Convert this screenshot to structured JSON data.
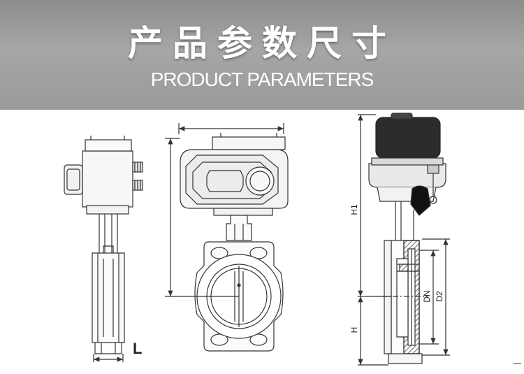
{
  "header": {
    "title_cn": "产品参数尺寸",
    "title_en": "PRODUCT PARAMETERS"
  },
  "labels": {
    "L": "L",
    "H1": "H1",
    "H": "H",
    "DN": "DN",
    "D2": "D2"
  },
  "colors": {
    "banner": "#9a9a9a",
    "line": "#333333",
    "hatch": "#555555"
  }
}
